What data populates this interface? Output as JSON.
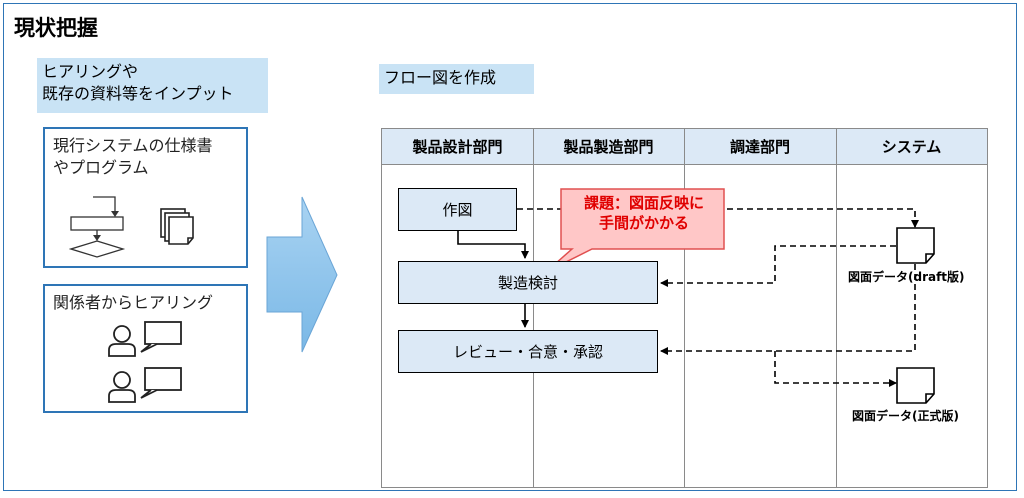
{
  "page": {
    "title": "現状把握"
  },
  "input_section": {
    "label_line1": "ヒアリングや",
    "label_line2": "既存の資料等をインプット",
    "sources": [
      {
        "line1": "現行システムの仕様書",
        "line2": "やプログラム"
      },
      {
        "line1": "関係者からヒアリング"
      }
    ]
  },
  "flow_section": {
    "label": "フロー図を作成",
    "lanes": [
      "製品設計部門",
      "製品製造部門",
      "調達部門",
      "システム"
    ],
    "processes": [
      "作図",
      "製造検討",
      "レビュー・合意・承認"
    ],
    "callout": {
      "line1": "課題：図面反映に",
      "line2": "手間がかかる"
    },
    "documents": [
      "図面データ(draft版)",
      "図面データ(正式版)"
    ]
  },
  "colors": {
    "frame": "#2e75b6",
    "label_fill": "#c9e3f5",
    "lane_header_fill": "#dce9f6",
    "process_fill": "#dce9f6",
    "arrow_fill": "#7ab8e6",
    "callout_fill": "#ffc7c7",
    "callout_border": "#e05050",
    "callout_text": "#e00000"
  },
  "icons": [
    "flowchart-icon",
    "document-stack-icon",
    "person-speech-icon",
    "document-icon",
    "block-arrow-icon"
  ]
}
